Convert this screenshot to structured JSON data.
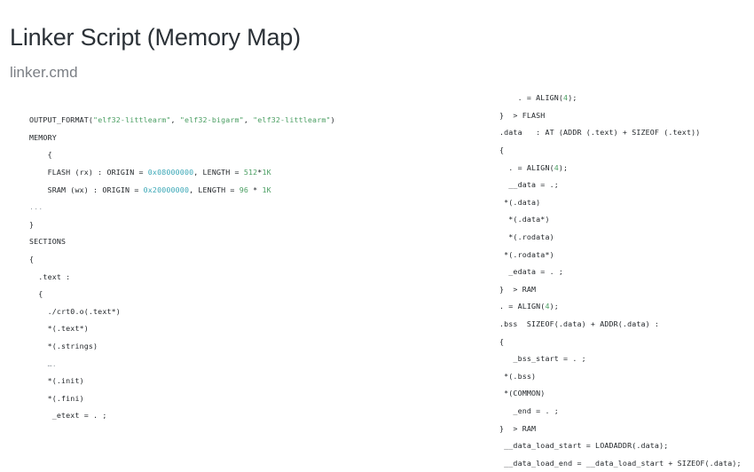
{
  "slide": {
    "title": "Linker Script (Memory Map)",
    "subtitle": "linker.cmd",
    "title_color": "#2b3137",
    "subtitle_color": "#7b7f85",
    "background_color": "#ffffff"
  },
  "syntax_colors": {
    "identifier": "#23272b",
    "string": "#4a9e62",
    "number": "#4a9e62",
    "hex_literal": "#3aa7b6",
    "ellipsis": "#9aa0a6"
  },
  "code": {
    "left_column": {
      "name": "linker-script-left-column",
      "lines": [
        "OUTPUT_FORMAT(\"elf32-littlearm\", \"elf32-bigarm\", \"elf32-littlearm\")",
        "MEMORY",
        "    {",
        "    FLASH (rx) : ORIGIN = 0x08000000, LENGTH = 512*1K",
        "    SRAM (wx) : ORIGIN = 0x20000000, LENGTH = 96 * 1K",
        "...",
        "}",
        "SECTIONS",
        "{",
        "  .text :",
        "  {",
        "    ./crt0.o(.text*)",
        "    *(.text*)",
        "    *(.strings)",
        "    ….",
        "    *(.init)",
        "    *(.fini)",
        "     _etext = . ;"
      ]
    },
    "right_column": {
      "name": "linker-script-right-column",
      "lines": [
        "    . = ALIGN(4);",
        "}  > FLASH",
        ".data   : AT (ADDR (.text) + SIZEOF (.text))",
        "{",
        "  . = ALIGN(4);",
        "  __data = .;",
        " *(.data)",
        "  *(.data*)",
        "  *(.rodata)",
        " *(.rodata*)",
        "  _edata = . ;",
        "}  > RAM",
        ". = ALIGN(4);",
        ".bss  SIZEOF(.data) + ADDR(.data) :",
        "{",
        "   _bss_start = . ;",
        " *(.bss)",
        " *(COMMON)",
        "   _end = . ;",
        "}  > RAM",
        " __data_load_start = LOADADDR(.data);",
        " __data_load_end = __data_load_start + SIZEOF(.data);"
      ]
    }
  }
}
